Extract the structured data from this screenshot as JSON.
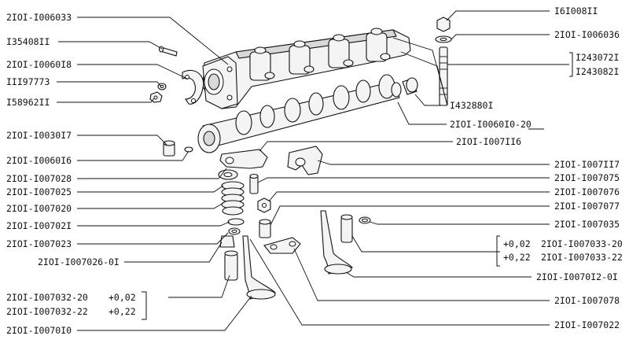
{
  "labels": {
    "l_2101_1006033": "2IOI-I006033",
    "l_135408": "I35408II",
    "l_2101_1006018": "2IOI-I0060I8",
    "l_111977": "III97773",
    "l_158962": "I58962II",
    "l_2101_1003017": "2IOI-I0030I7",
    "l_2101_1006016": "2IOI-I0060I6",
    "l_2101_1007028": "2IOI-I007028",
    "l_2101_1007025": "2IOI-I007025",
    "l_2101_1007020": "2IOI-I007020",
    "l_2101_1007021": "2IOI-I00702I",
    "l_2101_1007023": "2IOI-I007023",
    "l_2101_1007026": "2IOI-I007026-0I",
    "l_2101_1007032_20": "2IOI-I007032-20",
    "l_2101_1007032_22": "2IOI-I007032-22",
    "l_2101_1007010": "2IOI-I0070I0",
    "l_161008": "I6I008II",
    "l_2101_1006036": "2IOI-I006036",
    "l_124307": "I243072I",
    "l_124308": "I243082I",
    "l_143288": "I432880I",
    "l_2101_1006010": "2IOI-I0060I0-20",
    "l_2101_1007116": "2IOI-I007II6",
    "l_2101_1007117": "2IOI-I007II7",
    "l_2101_1007075": "2IOI-I007075",
    "l_2101_1007076": "2IOI-I007076",
    "l_2101_1007077": "2IOI-I007077",
    "l_2101_1007035": "2IOI-I007035",
    "l_2101_1007033_20": "2IOI-I007033-20",
    "l_2101_1007033_22": "2IOI-I007033-22",
    "l_2101_1007012": "2IOI-I0070I2-0I",
    "l_2101_1007078": "2IOI-I007078",
    "l_2101_1007022": "2IOI-I007022"
  },
  "oversize": {
    "guide_left_a": "+0,02",
    "guide_left_b": "+0,22",
    "guide_right_a": "+0,02",
    "guide_right_b": "+0,22"
  }
}
